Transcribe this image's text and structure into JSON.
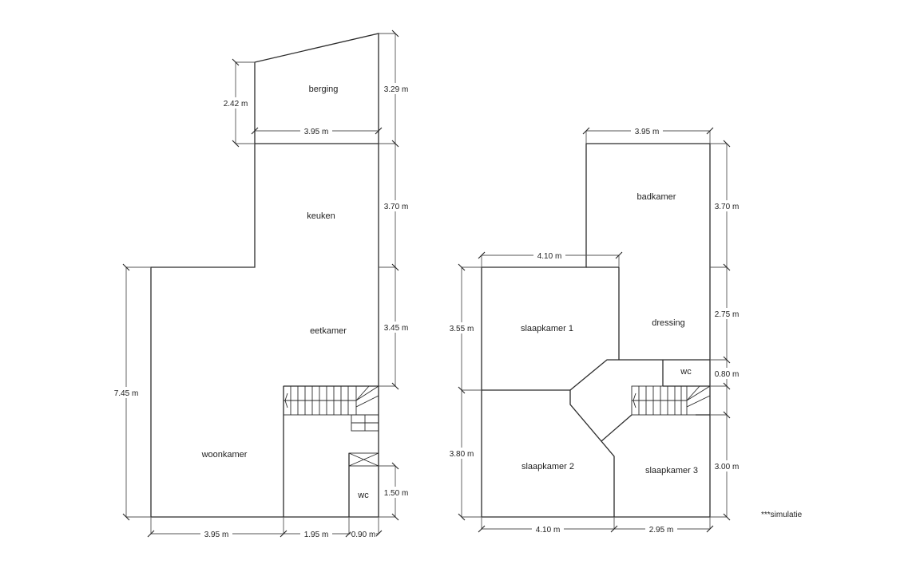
{
  "ground_floor": {
    "rooms": {
      "berging": "berging",
      "keuken": "keuken",
      "eetkamer": "eetkamer",
      "woonkamer": "woonkamer",
      "wc": "wc"
    },
    "dimensions": {
      "berging_left": "2.42 m",
      "berging_right": "3.29 m",
      "berging_width": "3.95 m",
      "keuken_height": "3.70 m",
      "eetkamer_height": "3.45 m",
      "woonkamer_height": "7.45 m",
      "wc_height": "1.50 m",
      "bottom_woonkamer": "3.95 m",
      "bottom_middle": "1.95 m",
      "bottom_wc": "0.90 m"
    }
  },
  "first_floor": {
    "rooms": {
      "badkamer": "badkamer",
      "slaapkamer1": "slaapkamer 1",
      "dressing": "dressing",
      "wc": "wc",
      "slaapkamer2": "slaapkamer 2",
      "slaapkamer3": "slaapkamer 3"
    },
    "dimensions": {
      "top_width": "3.95 m",
      "badkamer_height": "3.70 m",
      "slaapkamer1_width": "4.10 m",
      "slaapkamer1_height": "3.55 m",
      "dressing_height": "2.75 m",
      "wc_height": "0.80 m",
      "slaapkamer2_height": "3.80 m",
      "slaapkamer3_height": "3.00 m",
      "bottom_left": "4.10 m",
      "bottom_right": "2.95 m"
    }
  },
  "note": "***simulatie"
}
